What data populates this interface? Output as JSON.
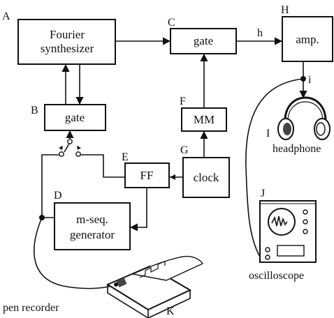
{
  "blocks": {
    "fourier": {
      "letter": "A",
      "line1": "Fourier",
      "line2": "synthesizer"
    },
    "gate_b": {
      "letter": "B",
      "text": "gate"
    },
    "gate_c": {
      "letter": "C",
      "text": "gate"
    },
    "amp": {
      "letter": "H",
      "text": "amp."
    },
    "mm": {
      "letter": "F",
      "text": "MM"
    },
    "clock": {
      "letter": "G",
      "text": "clock"
    },
    "ff": {
      "letter": "E",
      "text": "FF"
    },
    "mseq": {
      "letter": "D",
      "line1": "m-seq.",
      "line2": "generator"
    }
  },
  "devices": {
    "headphone": {
      "letter": "I",
      "text": "headphone"
    },
    "oscilloscope": {
      "letter": "J",
      "text": "oscilloscope"
    },
    "pen_recorder": {
      "letter": "K",
      "text": "pen recorder"
    }
  },
  "signals": {
    "h": "h",
    "i": "i"
  }
}
